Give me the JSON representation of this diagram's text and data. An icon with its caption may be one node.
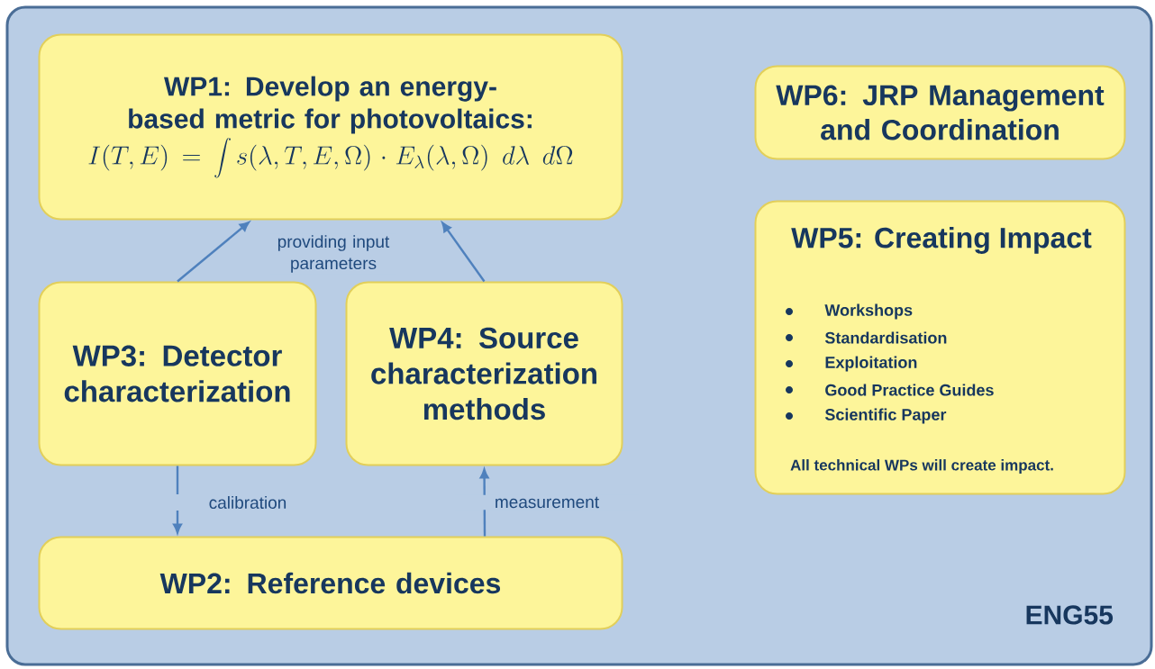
{
  "diagram": {
    "nodes": [
      {
        "text": [
          "ENG55"
        ]
      },
      {
        "text": [
          "WP1: Develop an energy-based metric for photovoltaics:",
          "I(T,E) = \\int s(\\lambda, T, E, \\Omega) \\cdot E_{\\lambda}(\\lambda, \\Omega)\\; d\\lambda\\; d\\Omega"
        ],
        "in": 0
      },
      {
        "text": [
          "WP6: JRP Management and Coordination"
        ],
        "in": 0
      },
      {
        "text": [
          "WP3: Detector characterization"
        ],
        "in": 0
      },
      {
        "text": [
          "WP4: Source characterization methods"
        ],
        "in": 0
      },
      {
        "text": [
          "WP5: Creating Impact",
          "Workshops",
          "Standardisation",
          "Exploitation",
          "Good Practice Guides",
          "Scientific Paper",
          "All technical WPs will create impact."
        ],
        "in": 0
      },
      {
        "text": [
          "WP2: Reference devices"
        ],
        "in": 0
      }
    ],
    "edges": [
      {
        "from": 3,
        "to": 1,
        "arrow": "to",
        "label": "providing input parameters"
      },
      {
        "from": 4,
        "to": 1,
        "arrow": "to"
      },
      {
        "from": 3,
        "to": 6,
        "arrow": "to",
        "label": "calibration"
      },
      {
        "from": 6,
        "to": 4,
        "arrow": "to",
        "label": "measurement"
      }
    ]
  }
}
